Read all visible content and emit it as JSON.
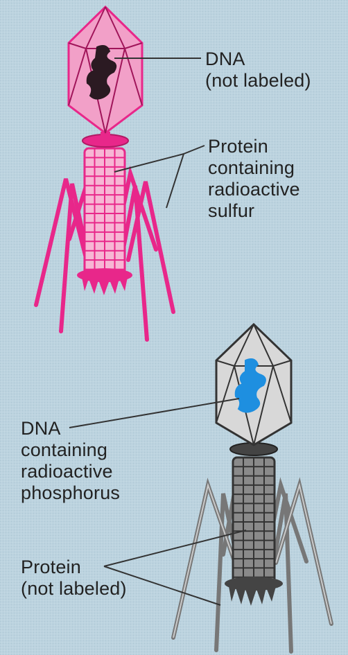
{
  "background_color": "#bcd3df",
  "phages": [
    {
      "id": "sulfur-labeled",
      "color": "#e8278a",
      "dna_color": "#2b1a22",
      "labels": {
        "dna": [
          "DNA",
          "(not labeled)"
        ],
        "protein": [
          "Protein",
          "containing",
          "radioactive",
          "sulfur"
        ]
      }
    },
    {
      "id": "phosphorus-labeled",
      "color": "#555555",
      "head_fill": "#d8d8d8",
      "dna_color": "#1e8fe0",
      "labels": {
        "dna": [
          "DNA",
          "containing",
          "radioactive",
          "phosphorus"
        ],
        "protein": [
          "Protein",
          "(not labeled)"
        ]
      }
    }
  ]
}
